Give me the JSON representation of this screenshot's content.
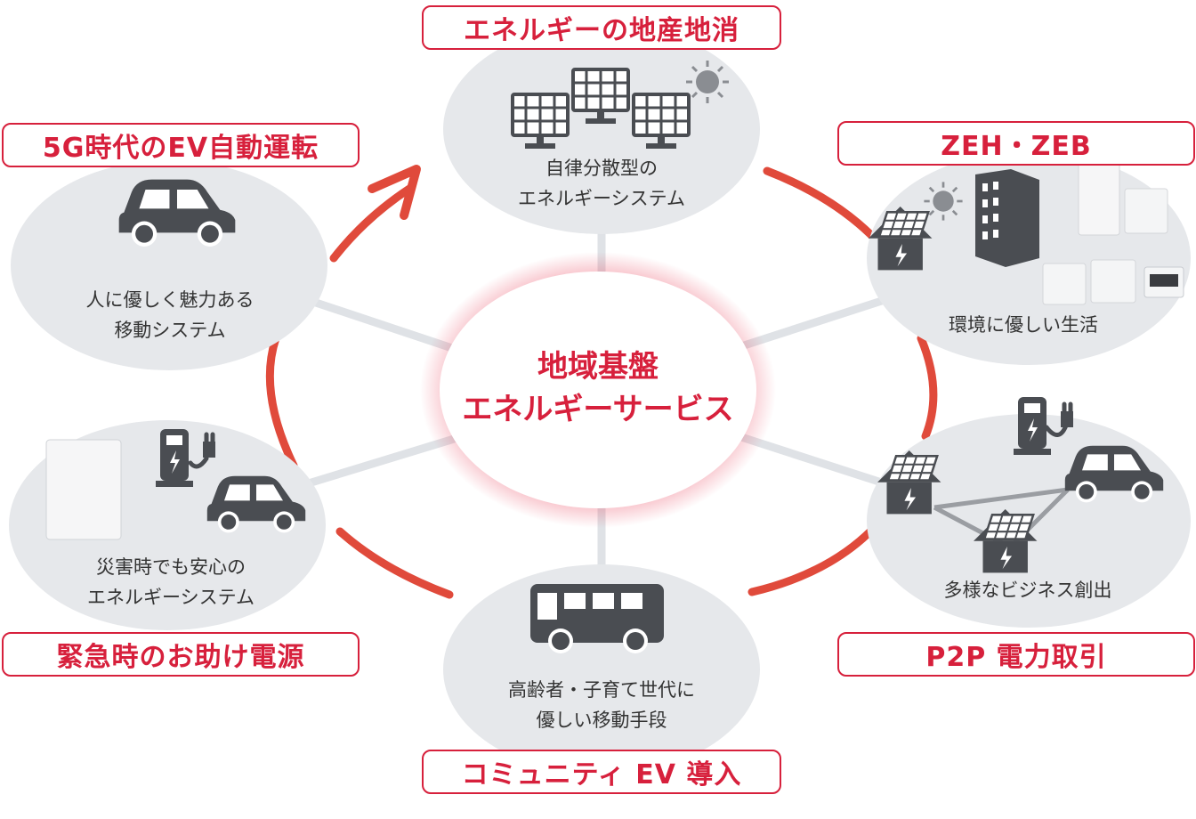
{
  "center": {
    "line1": "地域基盤",
    "line2": "エネルギーサービス"
  },
  "nodes": [
    {
      "tag": "エネルギーの地産地消",
      "caption1": "自律分散型の",
      "caption2": "エネルギーシステム"
    },
    {
      "tag": "ZEH・ZEB",
      "caption1": "環境に優しい生活"
    },
    {
      "tag": "P2P 電力取引",
      "caption1": "多様なビジネス創出"
    },
    {
      "tag": "コミュニティ EV 導入",
      "caption1": "高齢者・子育て世代に",
      "caption2": "優しい移動手段"
    },
    {
      "tag": "緊急時のお助け電源",
      "caption1": "災害時でも安心の",
      "caption2": "エネルギーシステム"
    },
    {
      "tag": "5G時代のEV自動運転",
      "caption1": "人に優しく魅力ある",
      "caption2": "移動システム"
    }
  ],
  "icons": [
    "solar-panel-icon",
    "sun-icon",
    "building-icon",
    "house-solar-icon",
    "battery-unit-icon",
    "control-panel-icon",
    "ev-charger-icon",
    "plug-icon",
    "car-icon",
    "bus-icon"
  ],
  "colors": {
    "accent": "#d7203c",
    "ring": "#e04a3b",
    "bubble": "#e6e8eb",
    "icon": "#4a4d52",
    "spoke": "#dfe2e6"
  }
}
